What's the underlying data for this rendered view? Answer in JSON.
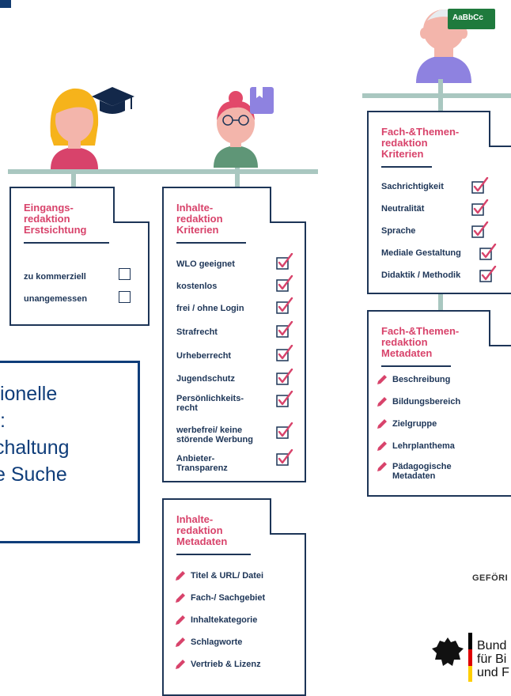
{
  "blue_box": {
    "lines": [
      "tionelle",
      "t:",
      "chaltung",
      "e Suche"
    ]
  },
  "top_person": {
    "book_label": "AaBbCc"
  },
  "eingang": {
    "title": [
      "Eingangs-",
      "redaktion",
      "Erstsichtung"
    ],
    "items": [
      "zu kommerziell",
      "unangemessen"
    ]
  },
  "inhalte_kriterien": {
    "title": [
      "Inhalte-",
      "redaktion",
      "Kriterien"
    ],
    "items": [
      [
        "WLO geeignet"
      ],
      [
        "kostenlos"
      ],
      [
        "frei / ohne Login"
      ],
      [
        "Strafrecht"
      ],
      [
        "Urheberrecht"
      ],
      [
        "Jugendschutz"
      ],
      [
        "Persönlichkeits-",
        "recht"
      ],
      [
        "werbefrei/ keine",
        "störende Werbung"
      ],
      [
        "Anbieter-",
        "Transparenz"
      ]
    ]
  },
  "inhalte_metadaten": {
    "title": [
      "Inhalte-",
      "redaktion",
      "Metadaten"
    ],
    "items": [
      "Titel & URL/ Datei",
      "Fach-/ Sachgebiet",
      "Inhaltekategorie",
      "Schlagworte",
      "Vertrieb & Lizenz"
    ]
  },
  "fach_kriterien": {
    "title": [
      "Fach-&Themen-",
      "redaktion",
      "Kriterien"
    ],
    "items": [
      "Sachrichtigkeit",
      "Neutralität",
      "Sprache",
      "Mediale Gestaltung",
      "Didaktik / Methodik"
    ]
  },
  "fach_metadaten": {
    "title": [
      "Fach-&Themen-",
      "redaktion",
      "Metadaten"
    ],
    "items": [
      [
        "Beschreibung"
      ],
      [
        "Bildungsbereich"
      ],
      [
        "Zielgruppe"
      ],
      [
        "Lehrplanthema"
      ],
      [
        "Pädagogische",
        "Metadaten"
      ]
    ]
  },
  "footer": {
    "gefoerdert": "GEFÖRI",
    "ministry": [
      "Bund",
      "für Bi",
      "und F"
    ]
  },
  "colors": {
    "navy": "#1d3557",
    "pink": "#d8436b",
    "green_line": "#a9c7c0",
    "blue_box": "#0f3d7a"
  }
}
